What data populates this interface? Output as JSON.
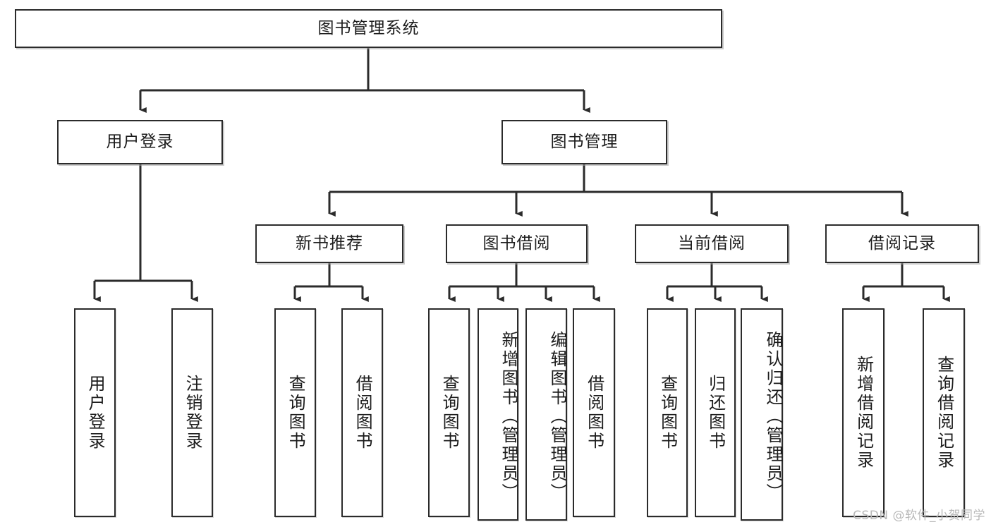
{
  "diagram": {
    "title": "图书管理系统",
    "type": "tree",
    "watermark": "CSDN @软件_小贺同学",
    "colors": {
      "box_border": "#2b2b2b",
      "box_fill": "#ffffff",
      "connector": "#2b2b2b",
      "text": "#1c1c1c",
      "watermark": "#b8b8b8",
      "background": "#ffffff"
    },
    "root": {
      "label": "图书管理系统",
      "name": "node-book-management-system"
    },
    "level1": [
      {
        "label": "用户登录",
        "name": "node-user-login"
      },
      {
        "label": "图书管理",
        "name": "node-book-management"
      }
    ],
    "level2": [
      {
        "label": "新书推荐",
        "name": "node-new-book-recommend"
      },
      {
        "label": "图书借阅",
        "name": "node-book-borrow"
      },
      {
        "label": "当前借阅",
        "name": "node-current-borrow"
      },
      {
        "label": "借阅记录",
        "name": "node-borrow-record"
      }
    ],
    "leaves": [
      {
        "label": "用户登录",
        "name": "leaf-user-login",
        "parent": "用户登录"
      },
      {
        "label": "注销登录",
        "name": "leaf-logout",
        "parent": "用户登录"
      },
      {
        "label": "查询图书",
        "name": "leaf-query-book-recommend",
        "parent": "新书推荐"
      },
      {
        "label": "借阅图书",
        "name": "leaf-borrow-book-recommend",
        "parent": "新书推荐"
      },
      {
        "label": "查询图书",
        "name": "leaf-query-book-borrow",
        "parent": "图书借阅"
      },
      {
        "label": "新增图书（管理员）",
        "name": "leaf-add-book-admin",
        "parent": "图书借阅"
      },
      {
        "label": "编辑图书（管理员）",
        "name": "leaf-edit-book-admin",
        "parent": "图书借阅"
      },
      {
        "label": "借阅图书",
        "name": "leaf-borrow-book",
        "parent": "图书借阅"
      },
      {
        "label": "查询图书",
        "name": "leaf-query-book-current",
        "parent": "当前借阅"
      },
      {
        "label": "归还图书",
        "name": "leaf-return-book",
        "parent": "当前借阅"
      },
      {
        "label": "确认归还（管理员）",
        "name": "leaf-confirm-return-admin",
        "parent": "当前借阅"
      },
      {
        "label": "新增借阅记录",
        "name": "leaf-add-borrow-record",
        "parent": "借阅记录"
      },
      {
        "label": "查询借阅记录",
        "name": "leaf-query-borrow-record",
        "parent": "借阅记录"
      }
    ]
  }
}
